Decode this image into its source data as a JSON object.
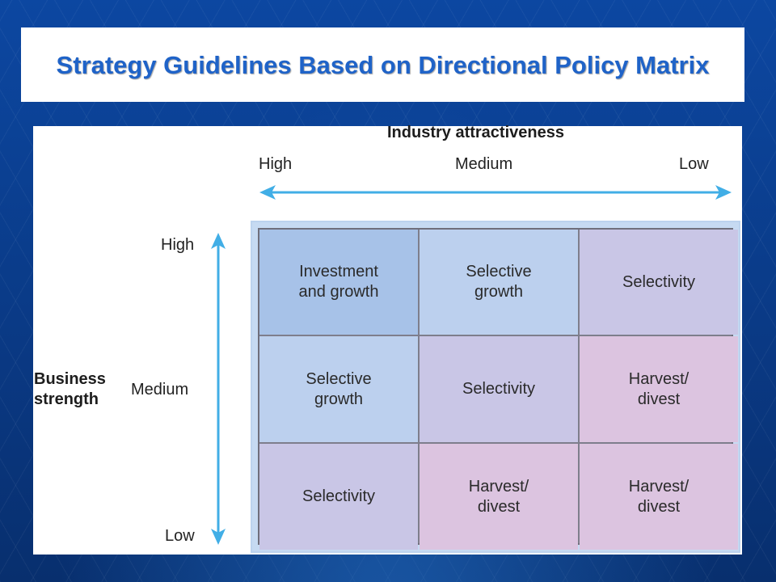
{
  "slide": {
    "title": "Strategy Guidelines Based on Directional Policy Matrix"
  },
  "x_axis": {
    "title": "Industry attractiveness",
    "levels": [
      "High",
      "Medium",
      "Low"
    ]
  },
  "y_axis": {
    "title_line1": "Business",
    "title_line2": "strength",
    "levels": [
      "High",
      "Medium",
      "Low"
    ]
  },
  "matrix": {
    "rows": [
      [
        {
          "text": "Investment\nand growth",
          "color": "#a7c2e8"
        },
        {
          "text": "Selective\ngrowth",
          "color": "#bcd0ee"
        },
        {
          "text": "Selectivity",
          "color": "#c9c6e6"
        }
      ],
      [
        {
          "text": "Selective\ngrowth",
          "color": "#bcd0ee"
        },
        {
          "text": "Selectivity",
          "color": "#c9c6e6"
        },
        {
          "text": "Harvest/\ndivest",
          "color": "#dcc4e0"
        }
      ],
      [
        {
          "text": "Selectivity",
          "color": "#c9c6e6"
        },
        {
          "text": "Harvest/\ndivest",
          "color": "#dcc4e0"
        },
        {
          "text": "Harvest/\ndivest",
          "color": "#dcc4e0"
        }
      ]
    ]
  },
  "colors": {
    "arrow": "#41aee6",
    "title": "#1f63c8"
  }
}
